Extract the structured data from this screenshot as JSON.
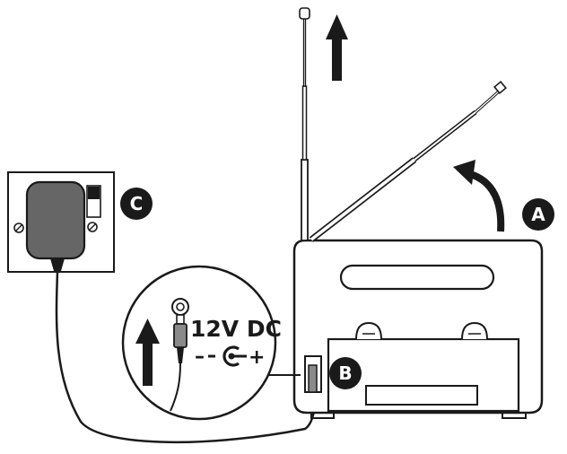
{
  "callouts": {
    "a": "A",
    "b": "B",
    "c": "C"
  },
  "power_label": {
    "voltage": "12V DC",
    "polarity_negative": "–",
    "polarity_positive": "+"
  },
  "icons": [
    "up-arrow-icon",
    "curved-arrow-icon",
    "dc-polarity-icon",
    "screw-icon"
  ],
  "colors": {
    "line": "#1a1a1a",
    "adapter_fill": "#666666",
    "plug_fill": "#8a8a8a",
    "callout_fill": "#1a1a1a",
    "background": "#ffffff"
  }
}
